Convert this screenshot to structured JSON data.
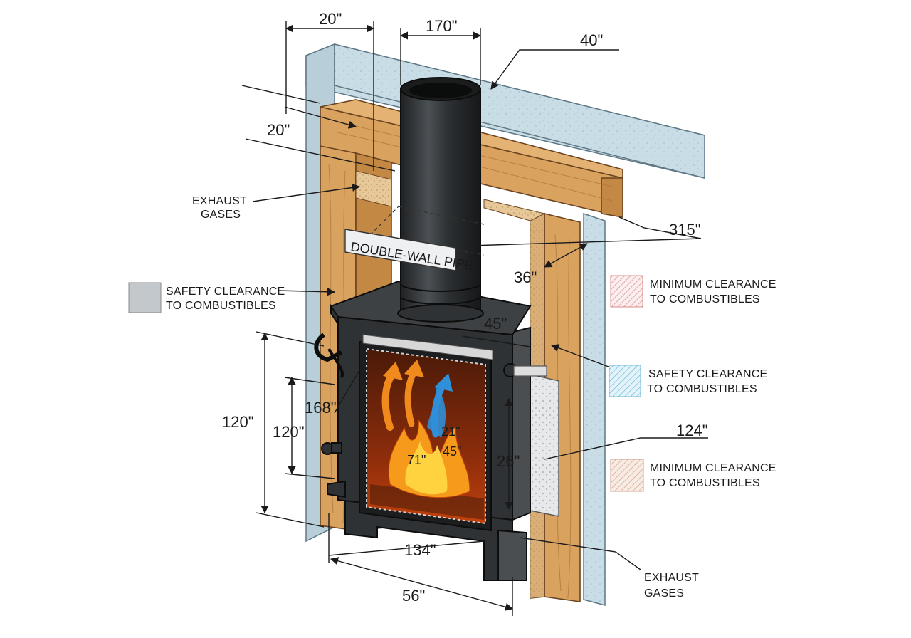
{
  "dimensions": {
    "top_left": "20\"",
    "pipe_width": "170\"",
    "wall_top": "40\"",
    "side_20": "20\"",
    "right_315": "315\"",
    "gap_36": "36\"",
    "stove_top_45": "45\"",
    "left_168": "168\"",
    "height_120_outer": "120\"",
    "height_120_inner": "120\"",
    "inner_21": "21\"",
    "inner_71": "71\"",
    "inner_45": "45\"",
    "height_26": "26\"",
    "right_124": "124\"",
    "base_134": "134\"",
    "base_56": "56\""
  },
  "labels": {
    "exhaust_top": [
      "EXHAUST",
      "GASES"
    ],
    "exhaust_bottom": [
      "EXHAUST",
      "GASES"
    ],
    "pipe_tag": "DOUBLE-WALL PIPE"
  },
  "legend": [
    {
      "key": "safety_left",
      "lines": [
        "SAFETY CLEARANCE",
        "TO COMBUSTIBLES"
      ],
      "swatch": "#c3c8cc"
    },
    {
      "key": "min_top",
      "lines": [
        "MINIMUM CLEARANCE",
        "TO COMBUSTIBLES"
      ],
      "swatch": "#f3d9d6"
    },
    {
      "key": "safety_right",
      "lines": [
        "SAFETY CLEARANCE",
        "TO COMBUSTIBLES"
      ],
      "swatch": "#cfe8f3"
    },
    {
      "key": "min_bottom",
      "lines": [
        "MINIMUM CLEARANCE",
        "TO COMBUSTIBLES"
      ],
      "swatch": "#f3ddd0"
    }
  ],
  "colors": {
    "insulation": "#c9dde6",
    "wood": "#d9a25f",
    "steel": "#2f3234",
    "firebox": "#7a2a0a",
    "flame_orange": "#f59a1b",
    "arrow_blue": "#2f8fd8"
  }
}
